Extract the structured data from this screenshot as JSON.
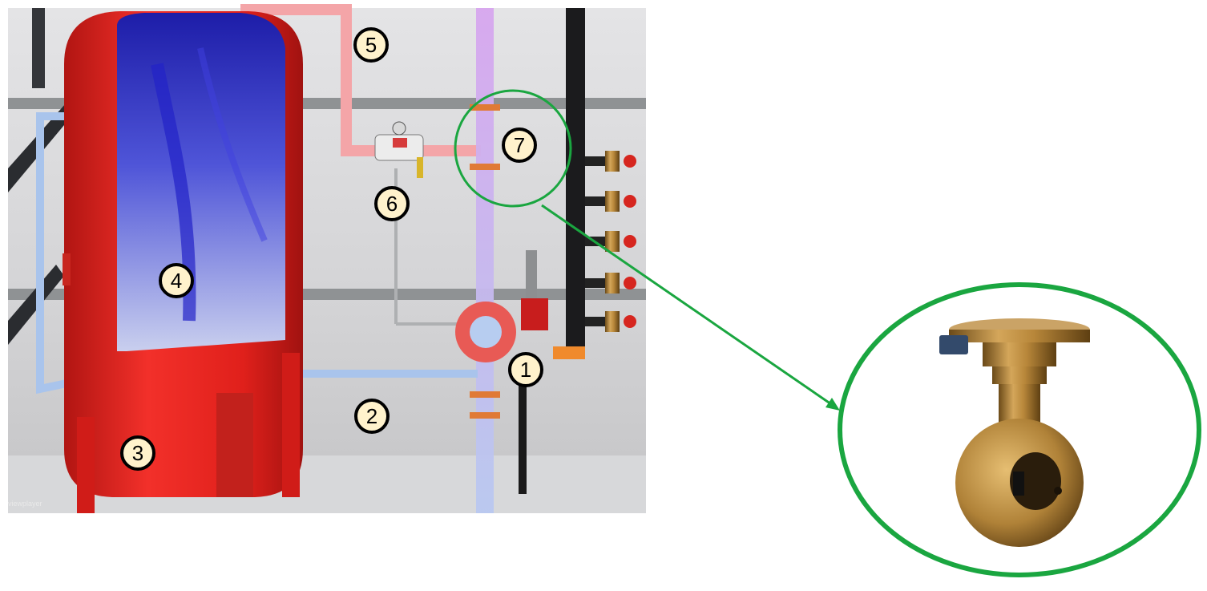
{
  "markers": [
    {
      "id": "marker-1",
      "label": "1"
    },
    {
      "id": "marker-2",
      "label": "2"
    },
    {
      "id": "marker-3",
      "label": "3"
    },
    {
      "id": "marker-4",
      "label": "4"
    },
    {
      "id": "marker-5",
      "label": "5"
    },
    {
      "id": "marker-6",
      "label": "6"
    },
    {
      "id": "marker-7",
      "label": "7"
    }
  ],
  "watermark": "viewplayer",
  "colors": {
    "tank_red": "#e8231f",
    "tank_water": "#2a2ad6",
    "highlight_green": "#1aa640",
    "marker_fill": "#fff2cc",
    "pipe_pink": "#f4a5a8",
    "pipe_blue": "#a9c4ec",
    "flange_orange": "#e07a36",
    "valve_brass": "#c9962e"
  },
  "icons": [
    "flow-switch-device",
    "tank",
    "pipe",
    "valve-wheel"
  ]
}
